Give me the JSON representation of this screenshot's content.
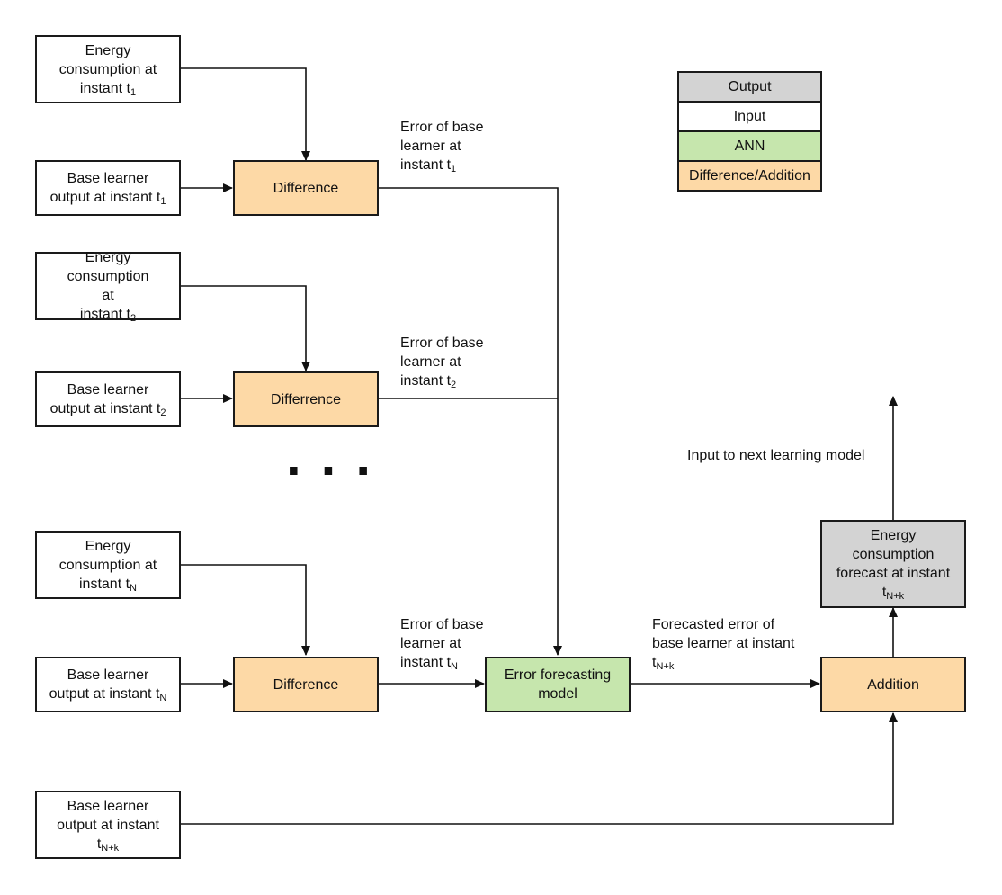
{
  "legend": {
    "output": "Output",
    "input": "Input",
    "ann": "ANN",
    "diff": "Difference/Addition"
  },
  "nodes": {
    "energy1": {
      "line1": "Energy",
      "line2": "consumption at",
      "line3_pre": "instant t",
      "line3_sub": "1"
    },
    "base1": {
      "line1": "Base learner",
      "line2_pre": "output at instant t",
      "line2_sub": "1"
    },
    "diff1": "Difference",
    "energy2": {
      "line1": "Energy",
      "line2": "consumption",
      "line3": "at",
      "line4_pre": "instant t",
      "line4_sub": "2"
    },
    "base2": {
      "line1": "Base learner",
      "line2_pre": "output at instant t",
      "line2_sub": "2"
    },
    "diff2": "Differrence",
    "energyN": {
      "line1": "Energy",
      "line2": "consumption at",
      "line3_pre": "instant t",
      "line3_sub": "N"
    },
    "baseN": {
      "line1": "Base learner",
      "line2_pre": "output at instant t",
      "line2_sub": "N"
    },
    "diffN": "Difference",
    "baseNk": {
      "line1": "Base learner",
      "line2": "output at instant",
      "line3_pre": "t",
      "line3_sub": "N+k"
    },
    "error_model": {
      "line1": "Error forecasting",
      "line2": "model"
    },
    "addition": "Addition",
    "forecast": {
      "line1": "Energy",
      "line2": "consumption",
      "line3": "forecast at instant",
      "line4_pre": "t",
      "line4_sub": "N+k"
    }
  },
  "labels": {
    "err1": {
      "line1": "Error of base",
      "line2": "learner at",
      "line3_pre": "instant t",
      "line3_sub": "1"
    },
    "err2": {
      "line1": "Error of base",
      "line2": "learner at",
      "line3_pre": "instant t",
      "line3_sub": "2"
    },
    "errN": {
      "line1": "Error of base",
      "line2": "learner at",
      "line3_pre": "instant t",
      "line3_sub": "N"
    },
    "forecasted": {
      "line1": "Forecasted error of",
      "line2": "base learner at instant",
      "line3_pre": "t",
      "line3_sub": "N+k"
    },
    "next": "Input to next learning model",
    "dots": "..."
  },
  "colors": {
    "input": "#ffffff",
    "difference": "#fdd9a6",
    "ann": "#c6e6ad",
    "output": "#d3d3d3",
    "stroke": "#1a1a1a"
  }
}
